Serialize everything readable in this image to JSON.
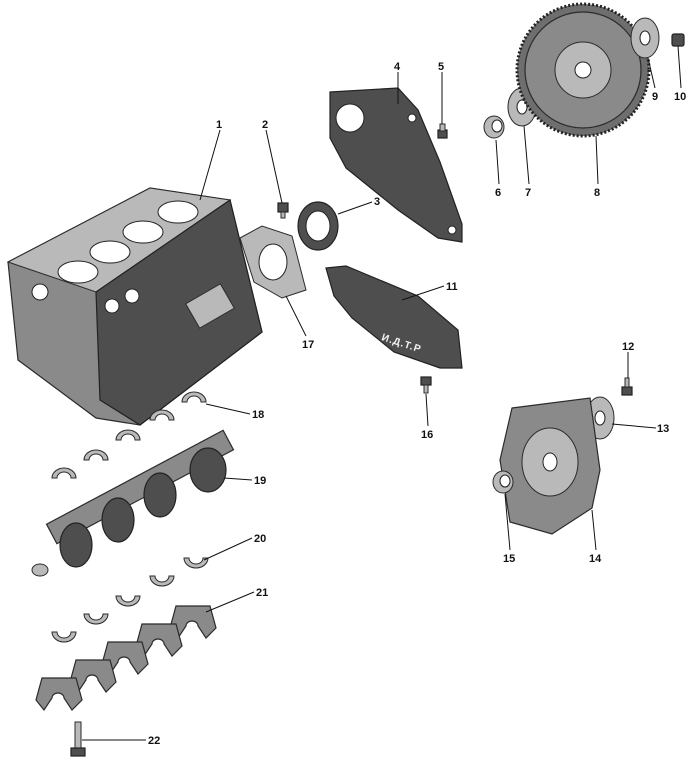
{
  "callouts": {
    "c1": "1",
    "c2": "2",
    "c3": "3",
    "c4": "4",
    "c5": "5",
    "c6": "6",
    "c7": "7",
    "c8": "8",
    "c9": "9",
    "c10": "10",
    "c11": "11",
    "c12": "12",
    "c13": "13",
    "c14": "14",
    "c15": "15",
    "c16": "16",
    "c17": "17",
    "c18": "18",
    "c19": "19",
    "c20": "20",
    "c21": "21",
    "c22": "22"
  },
  "stamp_text": "И.Д.Т.Р",
  "colors": {
    "ink": "#111111",
    "metal": "#8a8a8a",
    "dark": "#4e4e4e",
    "paper": "#ffffff"
  }
}
